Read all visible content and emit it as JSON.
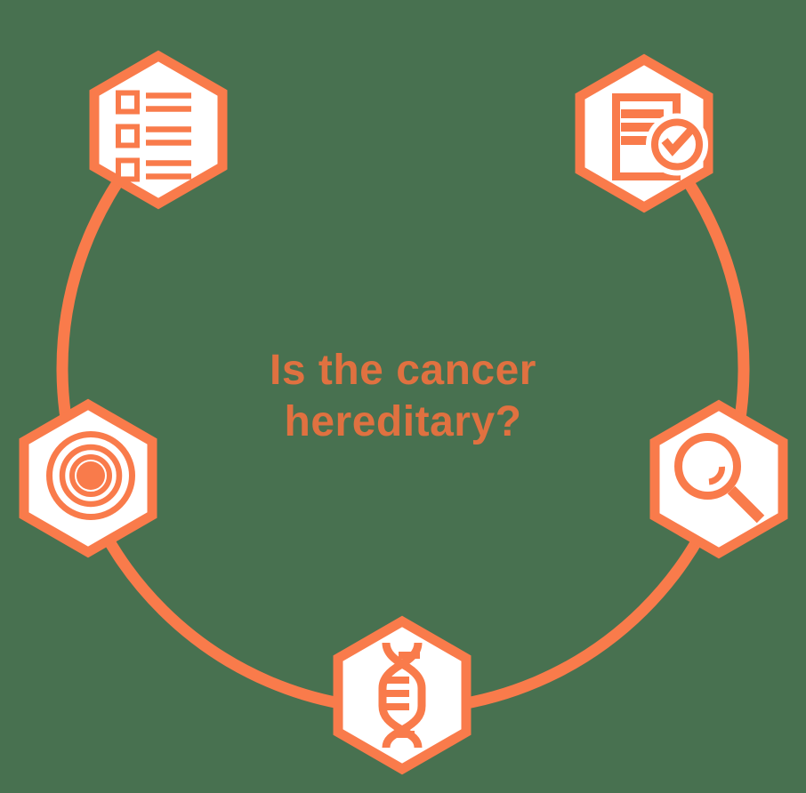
{
  "title": {
    "line1": "Is the cancer",
    "line2": "hereditary?"
  },
  "colors": {
    "background": "#487150",
    "accent": "#F97B4B",
    "title_text": "#E07140",
    "node_fill": "#FFFFFF"
  },
  "diagram": {
    "nodes": [
      {
        "id": "checklist",
        "icon": "checklist-icon",
        "position": "top-left"
      },
      {
        "id": "approved-document",
        "icon": "document-check-icon",
        "position": "top-right"
      },
      {
        "id": "magnifier",
        "icon": "magnifier-icon",
        "position": "right"
      },
      {
        "id": "dna",
        "icon": "dna-icon",
        "position": "bottom"
      },
      {
        "id": "target",
        "icon": "target-icon",
        "position": "left"
      }
    ]
  }
}
